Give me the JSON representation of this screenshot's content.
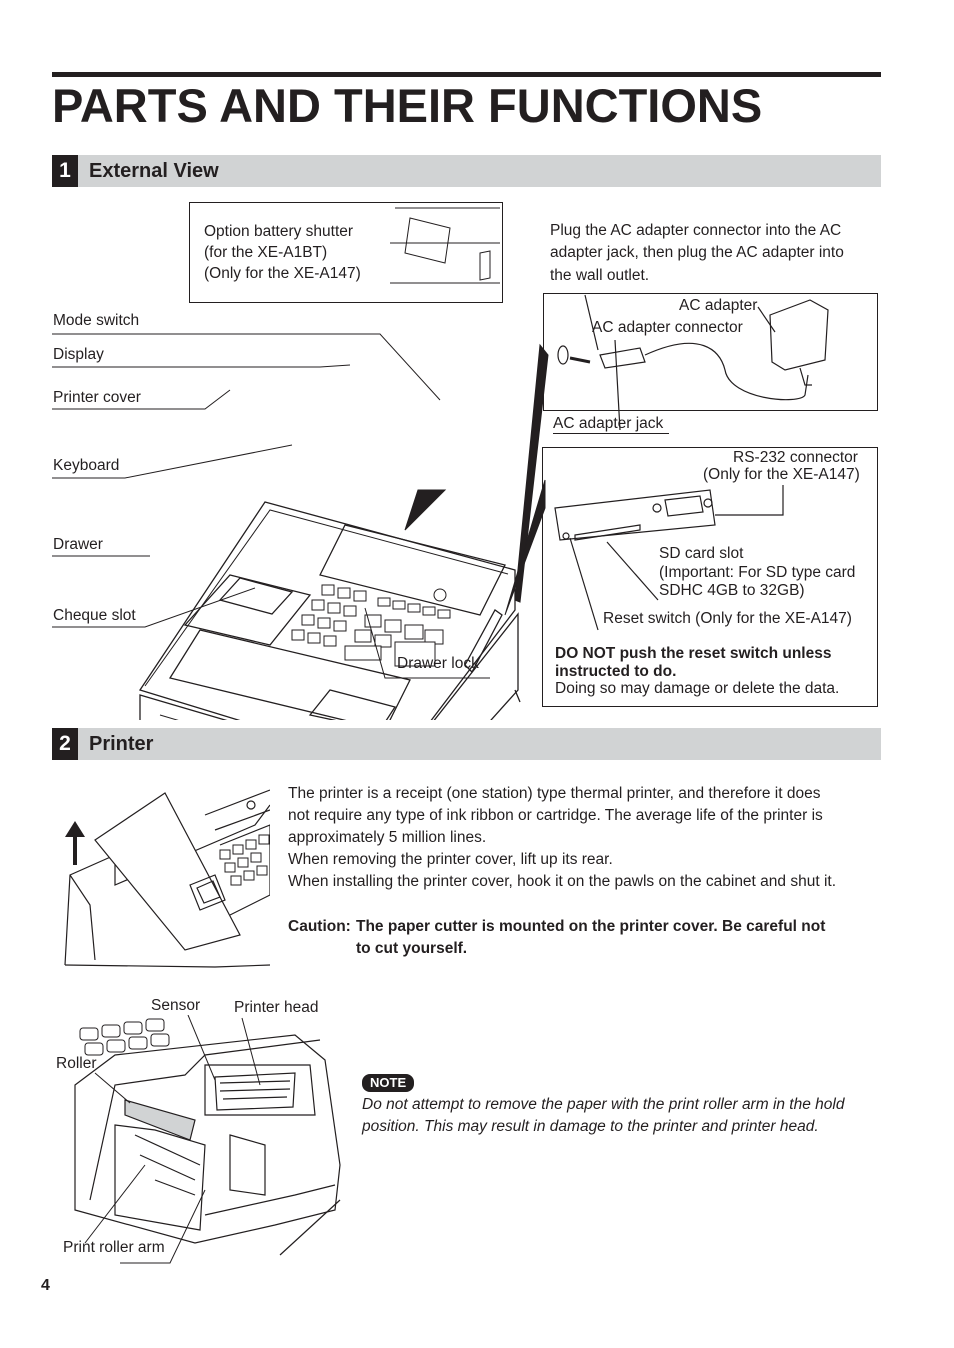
{
  "page": {
    "title": "PARTS AND THEIR FUNCTIONS",
    "page_number": "4"
  },
  "section1": {
    "number": "1",
    "title": "External View",
    "labels": {
      "mode_switch": "Mode switch",
      "display": "Display",
      "printer_cover": "Printer cover",
      "keyboard": "Keyboard",
      "drawer": "Drawer",
      "cheque_slot": "Cheque slot",
      "drawer_lock": "Drawer lock"
    },
    "battery_box": {
      "line1": "Option battery shutter",
      "line2": "(for the XE-A1BT)",
      "line3": "(Only for the XE-A147)"
    },
    "ac_text": {
      "line1": "Plug the AC adapter connector into the AC",
      "line2": "adapter jack, then plug the AC adapter into",
      "line3": "the wall outlet."
    },
    "ac_box": {
      "adapter": "AC adapter",
      "connector": "AC adapter connector",
      "jack": "AC adapter jack"
    },
    "rs_box": {
      "rs_line1": "RS-232 connector",
      "rs_line2": "(Only for the XE-A147)",
      "sd_line1": "SD card slot",
      "sd_line2": "(Important: For SD type card",
      "sd_line3": "SDHC 4GB to 32GB)",
      "reset": "Reset switch (Only for the XE-A147)",
      "warn_bold1": "DO NOT push the reset switch unless",
      "warn_bold2": "instructed to do.",
      "warn_normal": "Doing so may damage or delete the data."
    }
  },
  "section2": {
    "number": "2",
    "title": "Printer",
    "para": [
      "The printer is a receipt (one station) type thermal printer, and therefore it does",
      "not require any type of ink ribbon or cartridge. The average life of the printer is",
      "approximately 5 million lines.",
      "When removing the printer cover, lift up its rear.",
      "When installing the printer cover, hook it on the pawls on the cabinet and shut it."
    ],
    "caution_label": "Caution:",
    "caution_line1": "The paper cutter is mounted on the printer cover.  Be careful not",
    "caution_line2": "to cut yourself.",
    "labels": {
      "sensor": "Sensor",
      "printer_head": "Printer head",
      "roller": "Roller",
      "print_roller_arm": "Print roller arm"
    },
    "note_badge": "NOTE",
    "note_line1": "Do not attempt to remove the paper with the print roller arm in the hold",
    "note_line2": "position. This may result in damage to the printer and printer head."
  }
}
